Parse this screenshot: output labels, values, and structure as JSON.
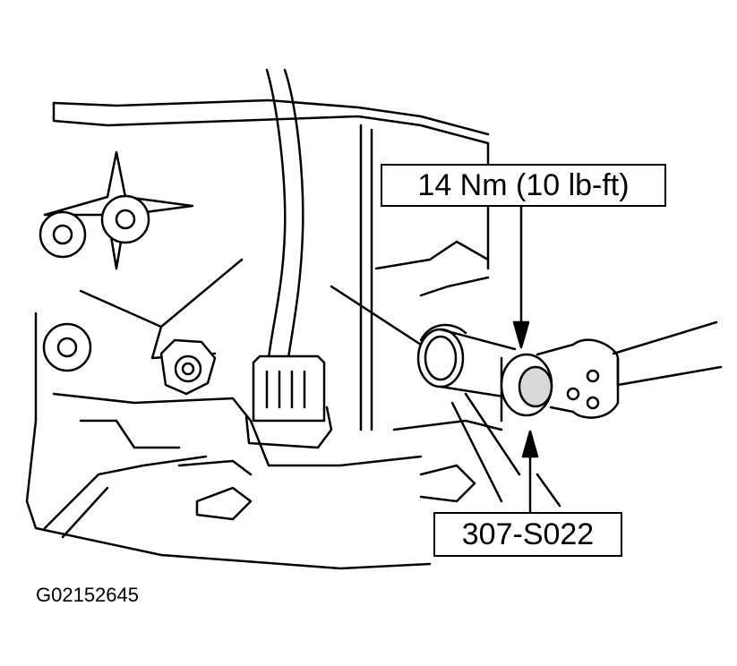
{
  "figure": {
    "callouts": {
      "torque": "14 Nm (10 lb-ft)",
      "tool": "307-S022"
    },
    "figure_id": "G02152645"
  },
  "colors": {
    "ink": "#000000",
    "paper": "#ffffff",
    "shading": "#d9d9d9"
  }
}
